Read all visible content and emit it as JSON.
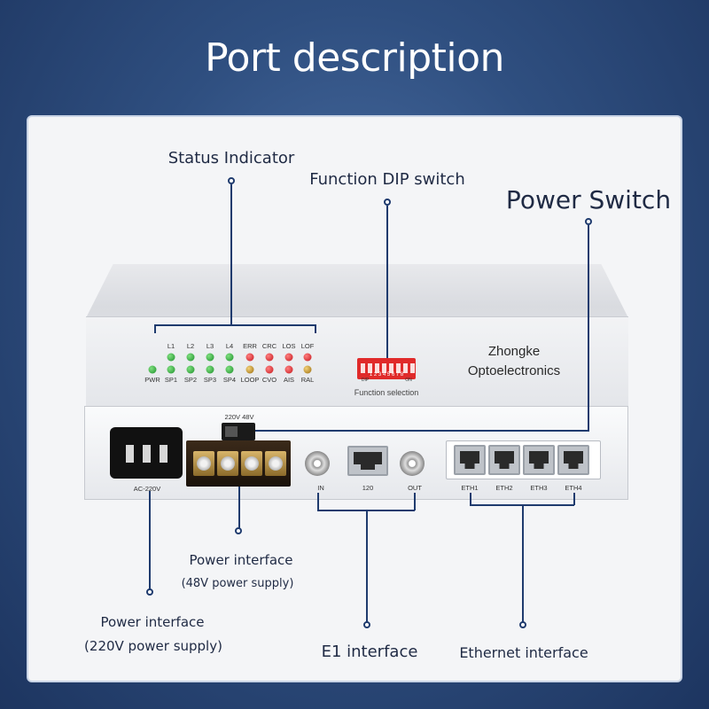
{
  "title": "Port description",
  "callouts": {
    "status_indicator": "Status Indicator",
    "function_dip_switch": "Function DIP switch",
    "power_switch": "Power Switch",
    "power_48v_line1": "Power interface",
    "power_48v_line2": "(48V power supply)",
    "power_220v_line1": "Power interface",
    "power_220v_line2": "(220V power supply)",
    "e1_interface": "E1 interface",
    "ethernet_interface": "Ethernet interface"
  },
  "device": {
    "brand_line1": "Zhongke",
    "brand_line2": "Optoelectronics",
    "dip_caption": "Function selection",
    "dip_numbers": "1 2 3 4 5 6 7 8",
    "dip_left": "DIP",
    "dip_right": "ON",
    "voltage_switch_label": "220V  48V",
    "ac_label": "AC-220V",
    "e1_ports": [
      "IN",
      "120",
      "OUT"
    ],
    "eth_ports": [
      "ETH1",
      "ETH2",
      "ETH3",
      "ETH4"
    ],
    "leds_top_labels": [
      "L1",
      "L2",
      "L3",
      "L4",
      "ERR",
      "CRC",
      "LOS",
      "LOF"
    ],
    "leds_bottom_labels": [
      "PWR",
      "SP1",
      "SP2",
      "SP3",
      "SP4",
      "LOOP",
      "CVO",
      "AIS",
      "RAL"
    ]
  },
  "colors": {
    "background": "#2f4f80",
    "led_green": "#1d8f2b",
    "led_red": "#c4161c",
    "dip_red": "#e02a2a"
  }
}
